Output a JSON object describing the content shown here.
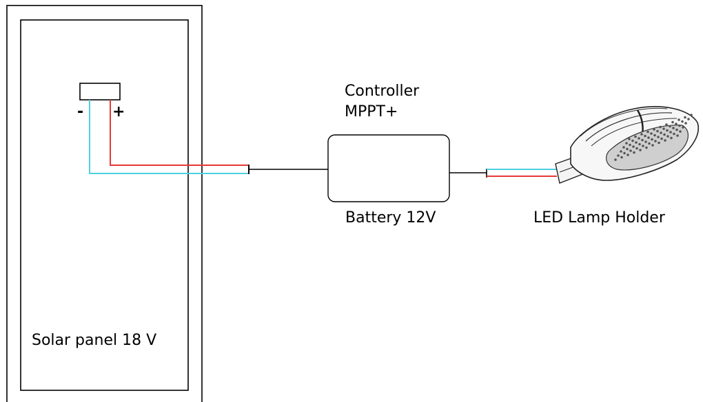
{
  "solar_panel": {
    "label": "Solar panel 18 V"
  },
  "junction_box": {
    "negative_label": "-",
    "positive_label": "+"
  },
  "controller": {
    "title_line1": "Controller",
    "title_line2": "MPPT+",
    "battery_label": "Battery 12V"
  },
  "lamp": {
    "label": "LED Lamp Holder",
    "icon": "street-lamp-icon"
  },
  "colors": {
    "positive_wire": "#e53935",
    "negative_wire": "#4dd0e1",
    "outline": "#000000"
  }
}
